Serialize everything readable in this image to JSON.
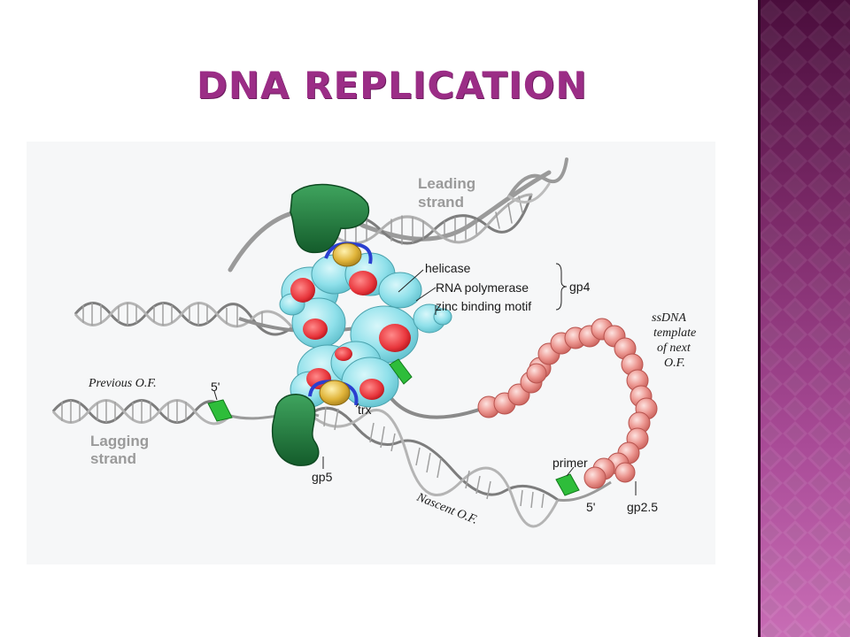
{
  "slide": {
    "title": "DNA REPLICATION"
  },
  "diagram": {
    "labels": {
      "leading_strand_line1": "Leading",
      "leading_strand_line2": "strand",
      "lagging_strand_line1": "Lagging",
      "lagging_strand_line2": "strand",
      "helicase": "helicase",
      "rna_polymerase": "RNA polymerase",
      "zinc_binding_motif": "zinc binding motif",
      "gp4": "gp4",
      "ssdna_line1": "ssDNA",
      "ssdna_line2": "template",
      "ssdna_line3": "of next",
      "ssdna_line4": "O.F.",
      "previous_of": "Previous O.F.",
      "five_prime_top": "5'",
      "trx": "trx",
      "gp5": "gp5",
      "primer": "primer",
      "five_prime_bottom": "5'",
      "nascent_of": "Nascent O.F.",
      "gp2_5": "gp2.5"
    },
    "colors": {
      "title": "#9b2d86",
      "sidebar": "#7c2a69",
      "dna_strand": "#8a8a8a",
      "protein_cyan": "#8fe0ea",
      "protein_red": "#e8363c",
      "polymerase_green": "#1f7a3c",
      "ssb_bead": "#e58a86",
      "primer_green": "#2ebd3a",
      "trx_gold": "#e0b43a",
      "linker_blue": "#2a3fd0"
    }
  }
}
